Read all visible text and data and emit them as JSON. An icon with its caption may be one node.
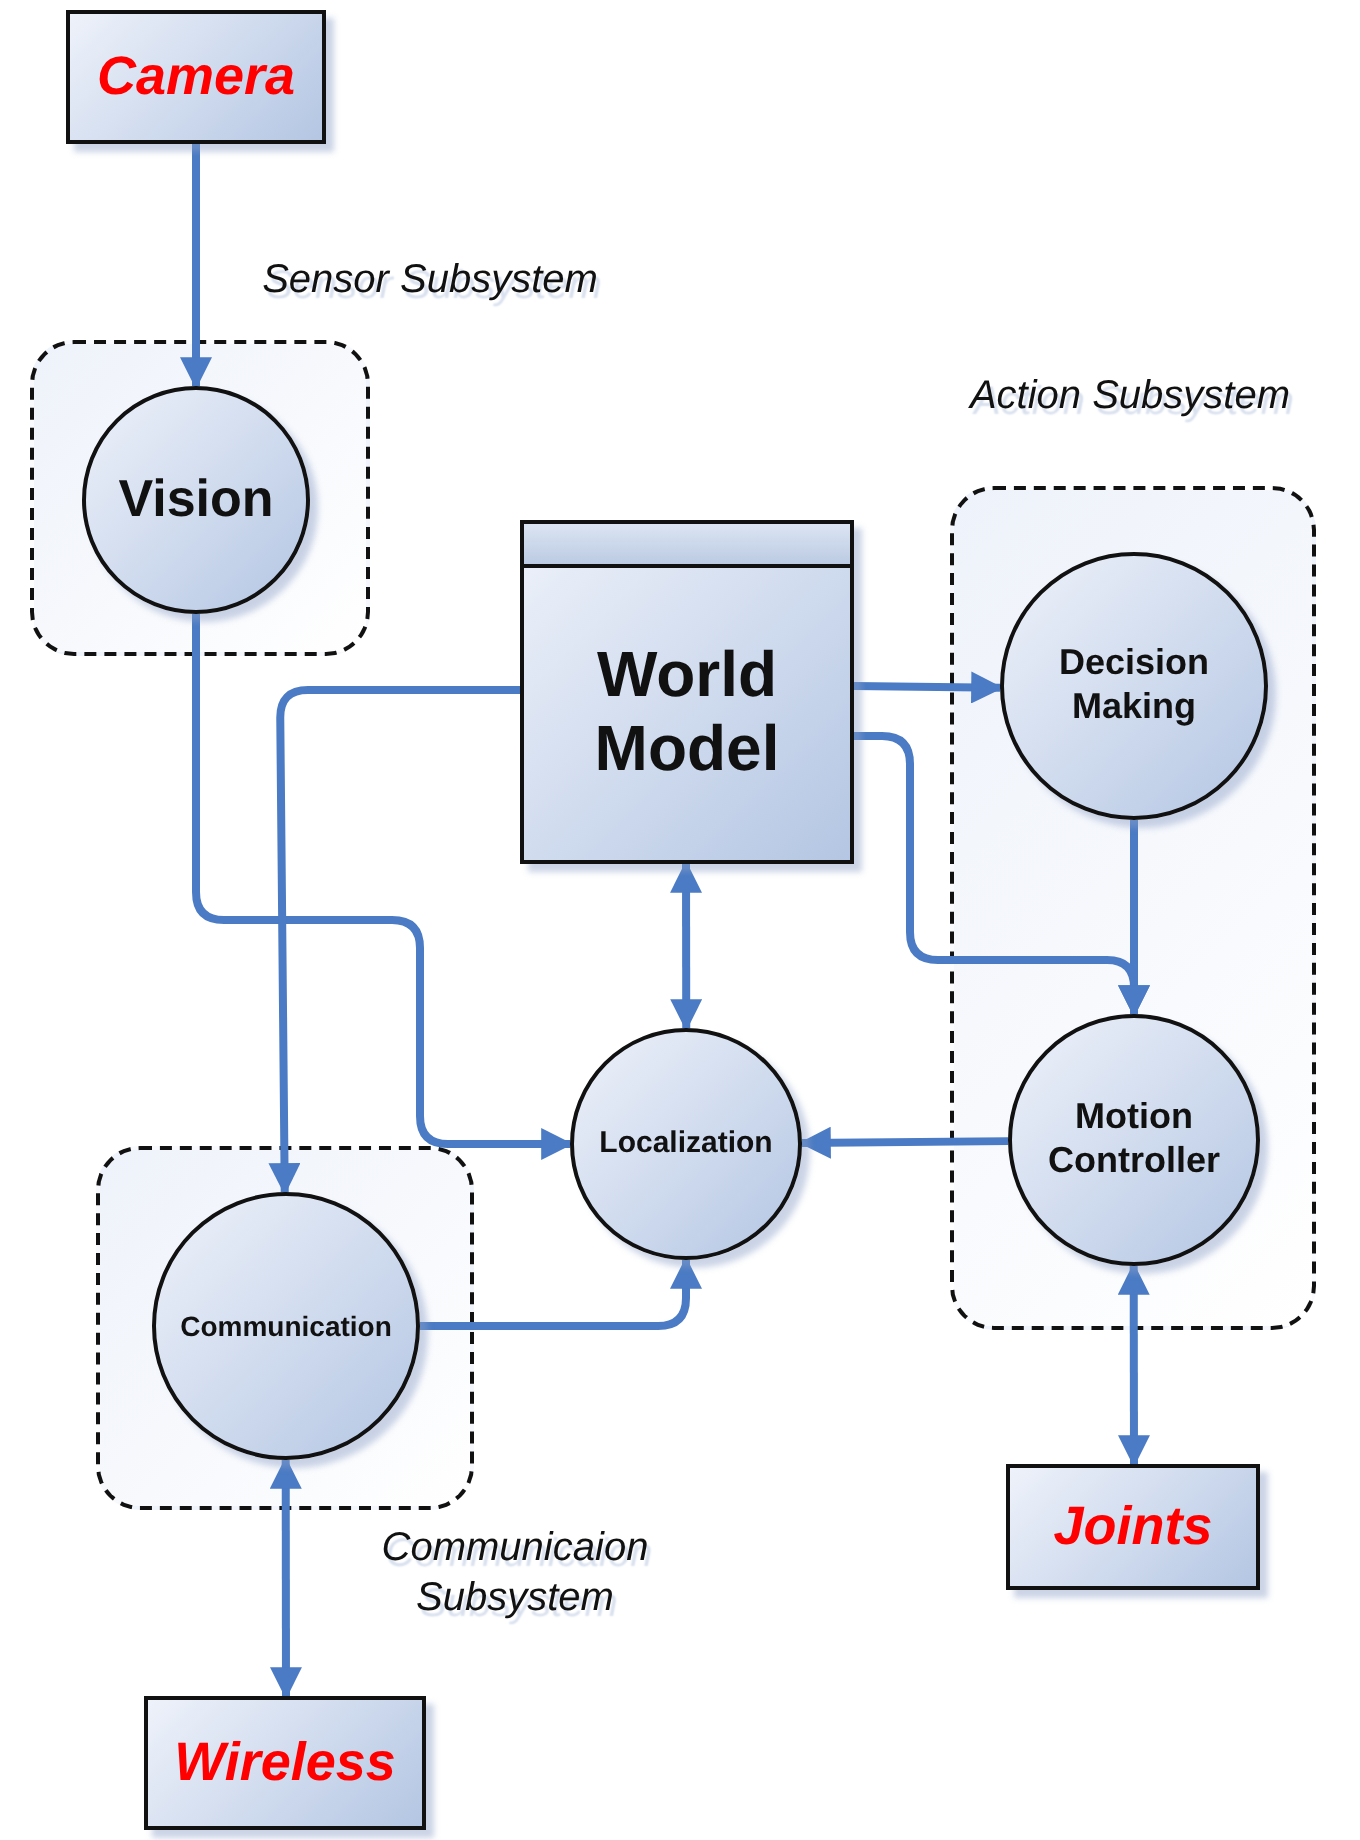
{
  "diagram": {
    "nodes": [
      {
        "text": [
          "Camera"
        ]
      },
      {
        "text": [
          "Sensor Subsystem"
        ]
      },
      {
        "text": [
          "Vision"
        ],
        "in": 1
      },
      {
        "text": [
          "Action Subsystem"
        ]
      },
      {
        "text": [
          "Decision Making"
        ],
        "in": 3
      },
      {
        "text": [
          "Motion Controller"
        ],
        "in": 3
      },
      {
        "text": [
          "World Model"
        ]
      },
      {
        "text": [
          "Localization"
        ]
      },
      {
        "text": [
          "Communicaion Subsystem"
        ]
      },
      {
        "text": [
          "Communication"
        ],
        "in": 8
      },
      {
        "text": [
          "Joints"
        ]
      },
      {
        "text": [
          "Wireless"
        ]
      }
    ],
    "edges": [
      {
        "from": 0,
        "to": 2,
        "arrow": "to"
      },
      {
        "from": 2,
        "to": 7,
        "arrow": "to"
      },
      {
        "from": 6,
        "to": 9,
        "arrow": "to"
      },
      {
        "from": 6,
        "to": 4,
        "arrow": "to"
      },
      {
        "from": 6,
        "to": 5,
        "arrow": "to"
      },
      {
        "from": 4,
        "to": 5,
        "arrow": "to"
      },
      {
        "from": 6,
        "to": 7,
        "arrow": "both"
      },
      {
        "from": 5,
        "to": 7,
        "arrow": "to"
      },
      {
        "from": 9,
        "to": 7,
        "arrow": "to"
      },
      {
        "from": 5,
        "to": 10,
        "arrow": "both"
      },
      {
        "from": 9,
        "to": 11,
        "arrow": "both"
      }
    ]
  }
}
